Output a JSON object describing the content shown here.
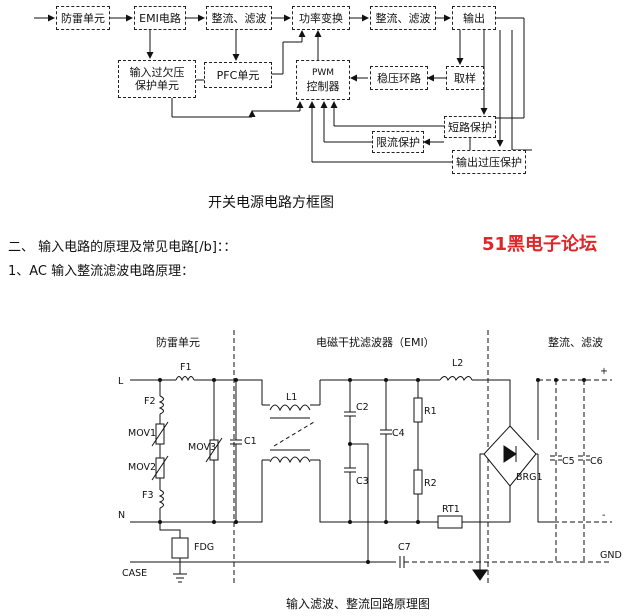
{
  "block_diagram": {
    "blocks": {
      "lightning": "防雷单元",
      "emi": "EMI电路",
      "rect1": "整流、滤波",
      "power": "功率变换",
      "rect2": "整流、滤波",
      "output": "输出",
      "ovuv_1": "输入过欠压",
      "ovuv_2": "保护单元",
      "pfc": "PFC单元",
      "pwm_1": "PWM",
      "pwm_2": "控制器",
      "regulator": "稳压环路",
      "sampling": "取样",
      "short": "短路保护",
      "current": "限流保护",
      "overvolt": "输出过压保护"
    },
    "caption": "开关电源电路方框图"
  },
  "text": {
    "section_heading": "二、  输入电路的原理及常见电路[/b]：：",
    "subsection": "1、AC 输入整流滤波电路原理：",
    "watermark": "51黑电子论坛"
  },
  "schematic": {
    "section_lightning": "防雷单元",
    "section_emi": "电磁干扰滤波器（EMI）",
    "section_rectifier": "整流、滤波",
    "node_L": "L",
    "node_N": "N",
    "node_case": "CASE",
    "node_gnd": "GND",
    "plus": "+",
    "minus": "-",
    "F1": "F1",
    "F2": "F2",
    "F3": "F3",
    "MOV1": "MOV1",
    "MOV2": "MOV2",
    "MOV3": "MOV3",
    "FDG": "FDG",
    "C1": "C1",
    "L1": "L1",
    "C2": "C2",
    "C3": "C3",
    "C4": "C4",
    "R1": "R1",
    "R2": "R2",
    "L2": "L2",
    "RT1": "RT1",
    "C7": "C7",
    "BRG1": "BRG1",
    "C5": "C5",
    "C6": "C6",
    "caption": "输入滤波、整流回路原理图"
  }
}
